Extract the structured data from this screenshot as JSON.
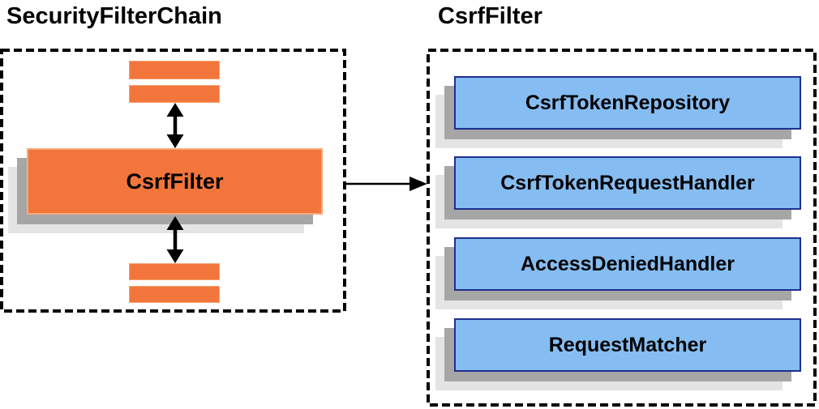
{
  "left_panel": {
    "title": "SecurityFilterChain",
    "csrf_filter_label": "CsrfFilter"
  },
  "right_panel": {
    "title": "CsrfFilter",
    "components": [
      {
        "label": "CsrfTokenRepository"
      },
      {
        "label": "CsrfTokenRequestHandler"
      },
      {
        "label": "AccessDeniedHandler"
      },
      {
        "label": "RequestMatcher"
      }
    ]
  },
  "icons": {
    "vertical_arrows": "up-down-arrow",
    "link_arrow": "right-arrow"
  },
  "colors": {
    "orange_fill": "#F2763B",
    "orange_border": "#F8A97B",
    "blue_fill": "#85BDF2",
    "blue_border": "#1F2F8F",
    "shadow_dark": "#A6A6A6",
    "shadow_light": "#E4E4E4",
    "arrow": "#000000",
    "text": "#000000",
    "background": "#FFFFFF"
  }
}
